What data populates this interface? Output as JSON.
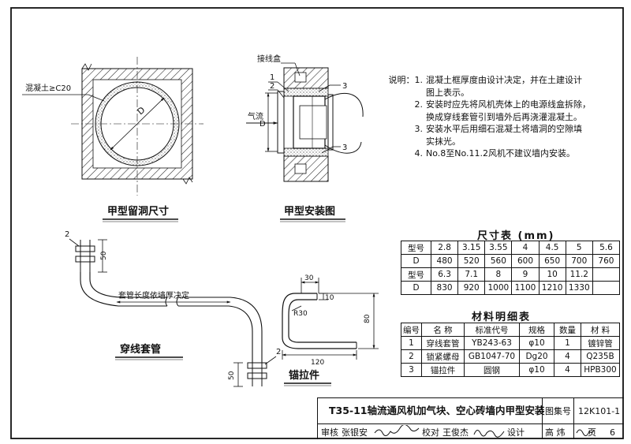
{
  "notes": {
    "prefix": "说明：",
    "items": [
      {
        "num": "1.",
        "text": "混凝土框厚度由设计决定，并在土建设计\n图上表示。"
      },
      {
        "num": "2.",
        "text": "安装时应先将风机壳体上的电源线盒拆除，\n换成穿线套管引到墙外后再浇灌混凝土。"
      },
      {
        "num": "3.",
        "text": "安装水平后用细石混凝土将墙洞的空隙填\n实抹光。"
      },
      {
        "num": "4.",
        "text": "No.8至No.11.2风机不建议墙内安装。"
      }
    ]
  },
  "drawing1": {
    "title": "甲型留洞尺寸",
    "label_concrete": "混凝土≥C20",
    "label_D": "D"
  },
  "drawing2": {
    "title": "甲型安装图",
    "label_box": "接线盒",
    "label_airflow": "气流",
    "label_D": "D",
    "callout_1": "1",
    "callout_2": "2",
    "callout_3a": "3",
    "callout_3b": "3"
  },
  "drawing3": {
    "title": "穿线套管",
    "label_length": "套管长度依墙厚决定",
    "dim_50_top": "50",
    "dim_50_bottom": "50",
    "callout_top": "2",
    "callout_bottom": "2"
  },
  "drawing4": {
    "title": "锚拉件",
    "dim_30": "30",
    "dim_10": "10",
    "dim_r30": "R30",
    "dim_80": "80",
    "dim_120": "120"
  },
  "size_table": {
    "title": "尺寸表 (mm)",
    "rows": [
      [
        "型号",
        "2.8",
        "3.15",
        "3.55",
        "4",
        "4.5",
        "5",
        "5.6"
      ],
      [
        "D",
        "480",
        "520",
        "560",
        "600",
        "650",
        "700",
        "760"
      ],
      [
        "型号",
        "6.3",
        "7.1",
        "8",
        "9",
        "10",
        "11.2",
        ""
      ],
      [
        "D",
        "830",
        "920",
        "1000",
        "1100",
        "1210",
        "1330",
        ""
      ]
    ]
  },
  "material_table": {
    "title": "材料明细表",
    "header": [
      "编号",
      "名 称",
      "标准代号",
      "规格",
      "数量",
      "材 料"
    ],
    "rows": [
      [
        "1",
        "穿线套管",
        "YB243-63",
        "φ10",
        "1",
        "镀锌管"
      ],
      [
        "2",
        "锁紧螺母",
        "GB1047-70",
        "Dg20",
        "4",
        "Q235B"
      ],
      [
        "3",
        "锚拉件",
        "圆钢",
        "φ10",
        "4",
        "HPB300"
      ]
    ]
  },
  "title_block": {
    "title": "T35-11轴流通风机加气块、空心砖墙内甲型安装",
    "atlas_label": "图集号",
    "atlas_no": "12K101-1",
    "review_label": "审核",
    "reviewer": "张银安",
    "check_label": "校对",
    "checker": "王俊杰",
    "design_label": "设计",
    "designer": "高 炜",
    "page_label": "页",
    "page_no": "6"
  }
}
